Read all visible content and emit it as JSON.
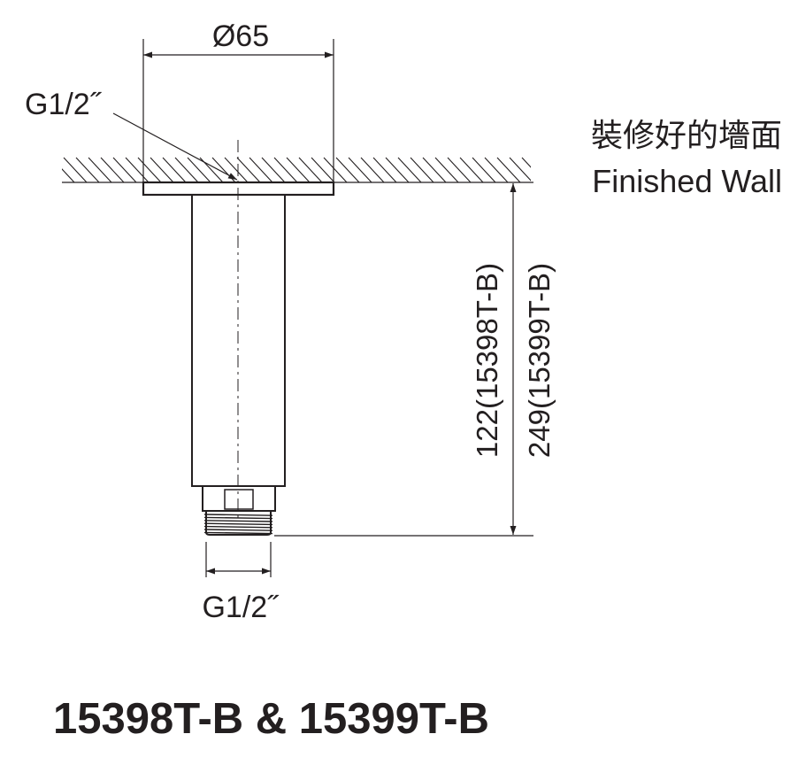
{
  "labels": {
    "diameter": "Ø65",
    "thread_top": "G1/2˝",
    "thread_bottom": "G1/2˝",
    "wall_cn": "裝修好的墻面",
    "wall_en": "Finished Wall",
    "dim_122": "122(15398T-B)",
    "dim_249": "249(15399T-B)"
  },
  "title": "15398T-B & 15399T-B",
  "colors": {
    "line": "#231f20",
    "background": "#ffffff"
  }
}
